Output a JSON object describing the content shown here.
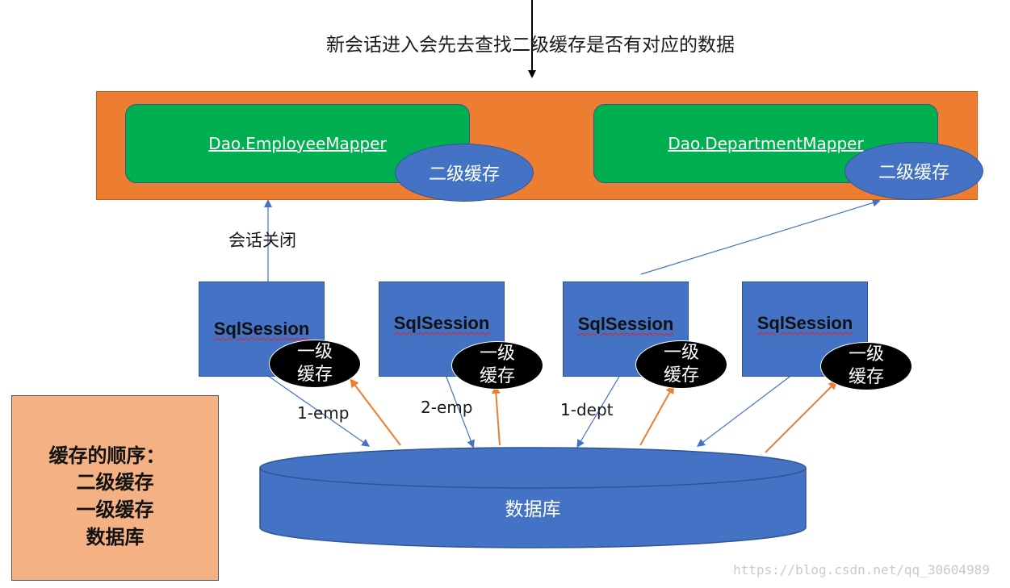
{
  "caption": "新会话进入会先去查找二级缓存是否有对应的数据",
  "mappers": [
    {
      "name": "Dao.EmployeeMapper",
      "cache_label": "二级缓存"
    },
    {
      "name": "Dao.DepartmentMapper",
      "cache_label": "二级缓存"
    }
  ],
  "close_label": "会话关闭",
  "sessions": [
    {
      "label": "SqlSession",
      "cache_label_1": "一级",
      "cache_label_2": "缓存"
    },
    {
      "label": "SqlSession",
      "cache_label_1": "一级",
      "cache_label_2": "缓存"
    },
    {
      "label": "SqlSession",
      "cache_label_1": "一级",
      "cache_label_2": "缓存"
    },
    {
      "label": "SqlSession",
      "cache_label_1": "一级",
      "cache_label_2": "缓存"
    }
  ],
  "queries": [
    "1-emp",
    "2-emp",
    "1-dept"
  ],
  "database_label": "数据库",
  "order": {
    "title": "缓存的顺序：",
    "items": [
      "二级缓存",
      "一级缓存",
      "数据库"
    ]
  },
  "watermark": "https://blog.csdn.net/qq_30604989",
  "colors": {
    "region": "#ed7d31",
    "mapper": "#00b050",
    "blue": "#4472c4",
    "l1_cache": "#000000",
    "order_box": "#f4b183",
    "orange_arrow": "#ed7d31"
  }
}
